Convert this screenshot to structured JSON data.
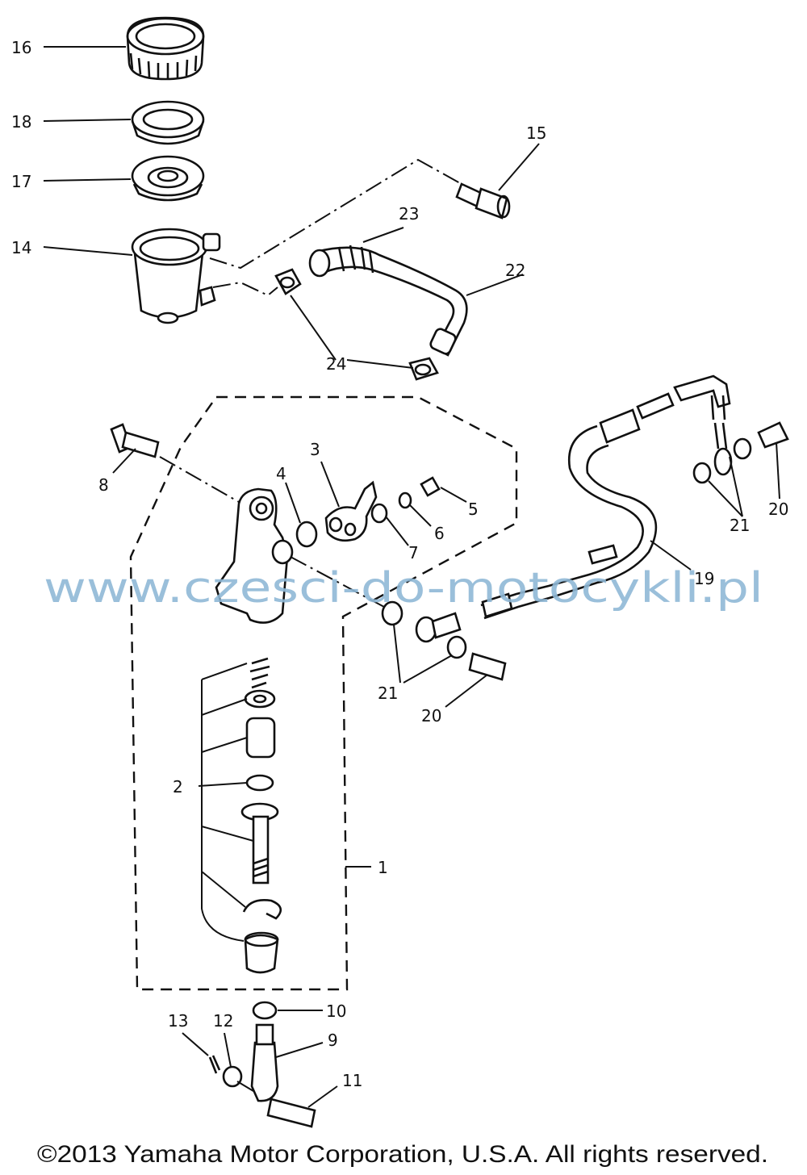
{
  "callouts": {
    "p1": "1",
    "p2": "2",
    "p3": "3",
    "p4": "4",
    "p5": "5",
    "p6": "6",
    "p7": "7",
    "p8": "8",
    "p9": "9",
    "p10": "10",
    "p11": "11",
    "p12": "12",
    "p13": "13",
    "p14": "14",
    "p15": "15",
    "p16": "16",
    "p17": "17",
    "p18": "18",
    "p19": "19",
    "p20a": "20",
    "p20b": "20",
    "p21a": "21",
    "p21b": "21",
    "p22": "22",
    "p23": "23",
    "p24": "24"
  },
  "watermark": "www.czesci-do-motocykli.pl",
  "copyright": "©2013 Yamaha Motor Corporation, U.S.A. All rights reserved."
}
